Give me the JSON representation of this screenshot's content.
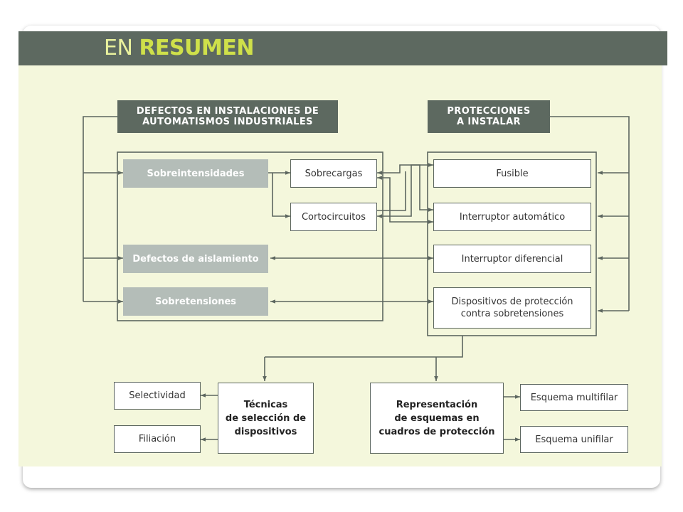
{
  "header": {
    "title_light": "EN ",
    "title_bold": "RESUMEN"
  },
  "defects": {
    "title": "DEFECTOS EN INSTALACIONES DE\nAUTOMATISMOS INDUSTRIALES",
    "sobreintensidades": "Sobreintensidades",
    "aislamiento": "Defectos de aislamiento",
    "sobretensiones": "Sobretensiones",
    "sobrecargas": "Sobrecargas",
    "cortocircuitos": "Cortocircuitos"
  },
  "protections": {
    "title": "PROTECCIONES\nA INSTALAR",
    "fusible": "Fusible",
    "interruptor_automatico": "Interruptor automático",
    "interruptor_diferencial": "Interruptor diferencial",
    "dispositivos_sobretensiones": "Dispositivos de protección\ncontra sobretensiones"
  },
  "techniques": {
    "title": "Técnicas\nde selección de\ndispositivos",
    "selectividad": "Selectividad",
    "filiacion": "Filiación"
  },
  "representation": {
    "title": "Representación\nde esquemas en\ncuadros de protección",
    "multifilar": "Esquema multifilar",
    "unifilar": "Esquema unifilar"
  },
  "colors": {
    "header_bg": "#5d6960",
    "header_text": "#e9f19d",
    "panel_bg": "#f4f7dc",
    "grey_box": "#b4bdb8",
    "line": "#5c665f"
  }
}
